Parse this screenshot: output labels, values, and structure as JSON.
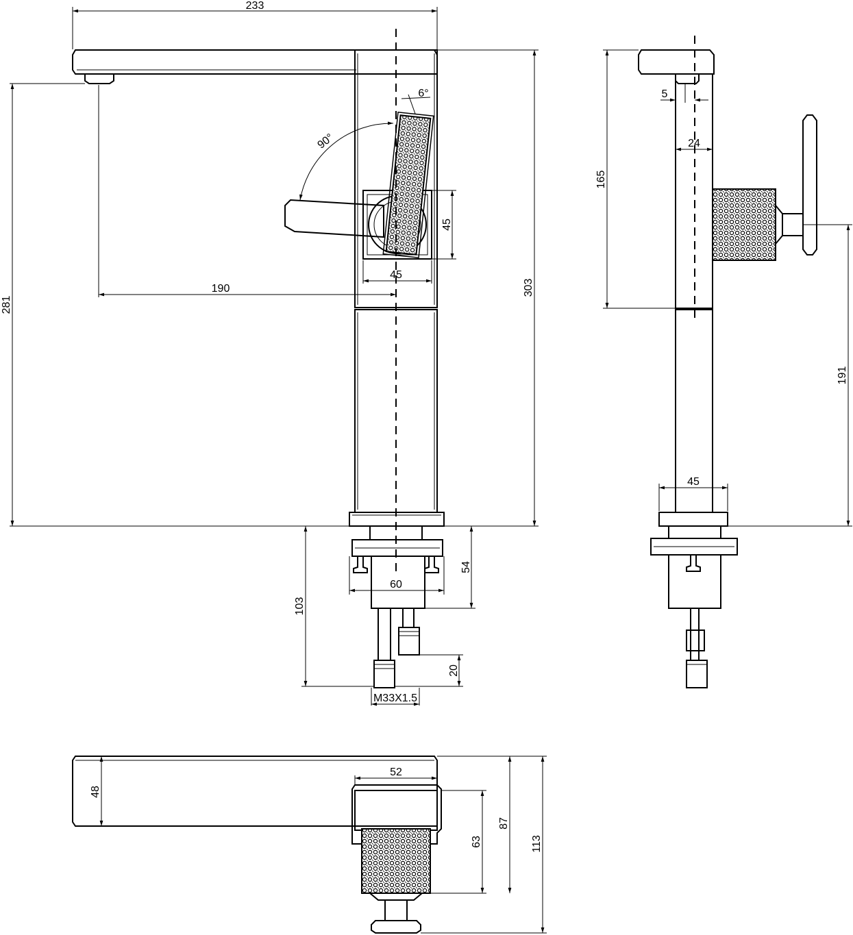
{
  "dimensions": {
    "front_width": "233",
    "front_height_total": "303",
    "spout_height": "281",
    "spout_reach": "190",
    "handle_angle_tilt": "6°",
    "handle_angle_swing": "90°",
    "cartridge_height": "45",
    "cartridge_width": "45",
    "base_nut_width": "60",
    "base_nut_height": "54",
    "shank_length": "103",
    "hose_end": "20",
    "thread": "M33X1.5",
    "side_outlet_offset": "5",
    "side_body_width": "24",
    "side_height": "165",
    "side_lower_height": "191",
    "side_base_width": "45",
    "top_spout_depth": "48",
    "top_handle_width": "52",
    "top_handle_depth": "63",
    "top_body_depth": "87",
    "top_total_depth": "113"
  },
  "colors": {
    "line": "#000000",
    "background": "#ffffff"
  }
}
